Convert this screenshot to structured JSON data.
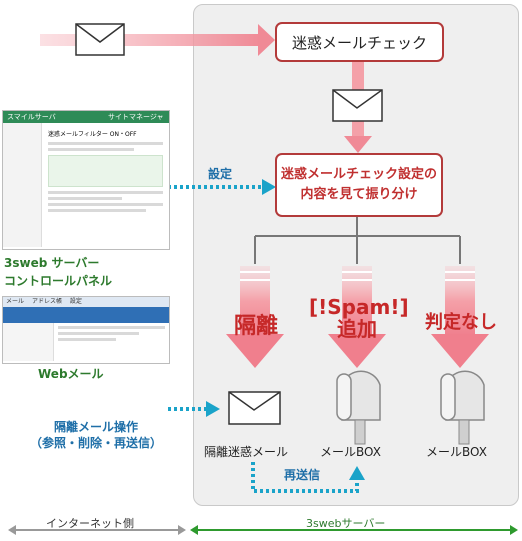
{
  "diagram": {
    "spam_check": "迷惑メールチェック",
    "sort_by_settings": [
      "迷惑メールチェック設定の",
      "内容を見て振り分け"
    ],
    "outcomes": [
      {
        "label": "隔離",
        "bottom_label": "隔離迷惑メール"
      },
      {
        "label": [
          "[!Spam!]",
          "追加"
        ],
        "bottom_label": "メールBOX"
      },
      {
        "label": "判定なし",
        "bottom_label": "メールBOX"
      }
    ],
    "settings_label": "設定",
    "control_panel_label": [
      "3sweb サーバー",
      "コントロールパネル"
    ],
    "webmail_label": "Webメール",
    "quarantine_ops": [
      "隔離メール操作",
      "（参照・削除・再送信）"
    ],
    "resend_label": "再送信",
    "zones": {
      "internet": "インターネット側",
      "server": "3swebサーバー"
    }
  },
  "screenshots": {
    "control_panel": {
      "brand": "スマイルサーバ",
      "tab": "サイトマネージャー",
      "heading": "迷惑メールフィルター ON・OFF"
    },
    "webmail": {
      "menu": [
        "メール",
        "アドレス帳",
        "設定"
      ]
    }
  },
  "colors": {
    "arrow_pink": "#f4a0a8",
    "box_border": "#b33a3a",
    "dotted_blue": "#1aa3c9",
    "zone_gray": "#999999",
    "zone_green": "#2e9a2e"
  }
}
